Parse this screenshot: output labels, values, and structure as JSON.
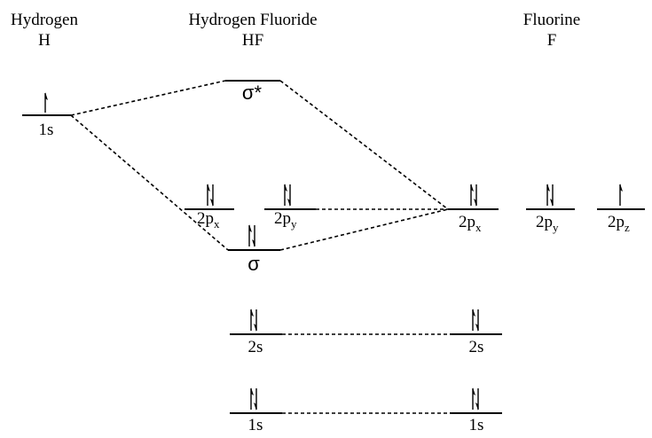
{
  "columns": {
    "hydrogen": {
      "name": "Hydrogen",
      "symbol": "H"
    },
    "hf": {
      "name": "Hydrogen Fluoride",
      "symbol": "HF"
    },
    "fluorine": {
      "name": "Fluorine",
      "symbol": "F"
    }
  },
  "orbitals": {
    "h_1s": {
      "label": "1s",
      "electrons": 1
    },
    "hf_sigma_star": {
      "label": "σ*",
      "electrons": 0
    },
    "hf_2px": {
      "label": "2p",
      "sub": "x",
      "electrons": 2
    },
    "hf_2py": {
      "label": "2p",
      "sub": "y",
      "electrons": 2
    },
    "hf_sigma": {
      "label": "σ",
      "electrons": 2
    },
    "hf_2s": {
      "label": "2s",
      "electrons": 2
    },
    "hf_1s": {
      "label": "1s",
      "electrons": 2
    },
    "f_2px": {
      "label": "2p",
      "sub": "x",
      "electrons": 2
    },
    "f_2py": {
      "label": "2p",
      "sub": "y",
      "electrons": 2
    },
    "f_2pz": {
      "label": "2p",
      "sub": "z",
      "electrons": 1
    },
    "f_2s": {
      "label": "2s",
      "electrons": 2
    },
    "f_1s": {
      "label": "1s",
      "electrons": 2
    }
  }
}
